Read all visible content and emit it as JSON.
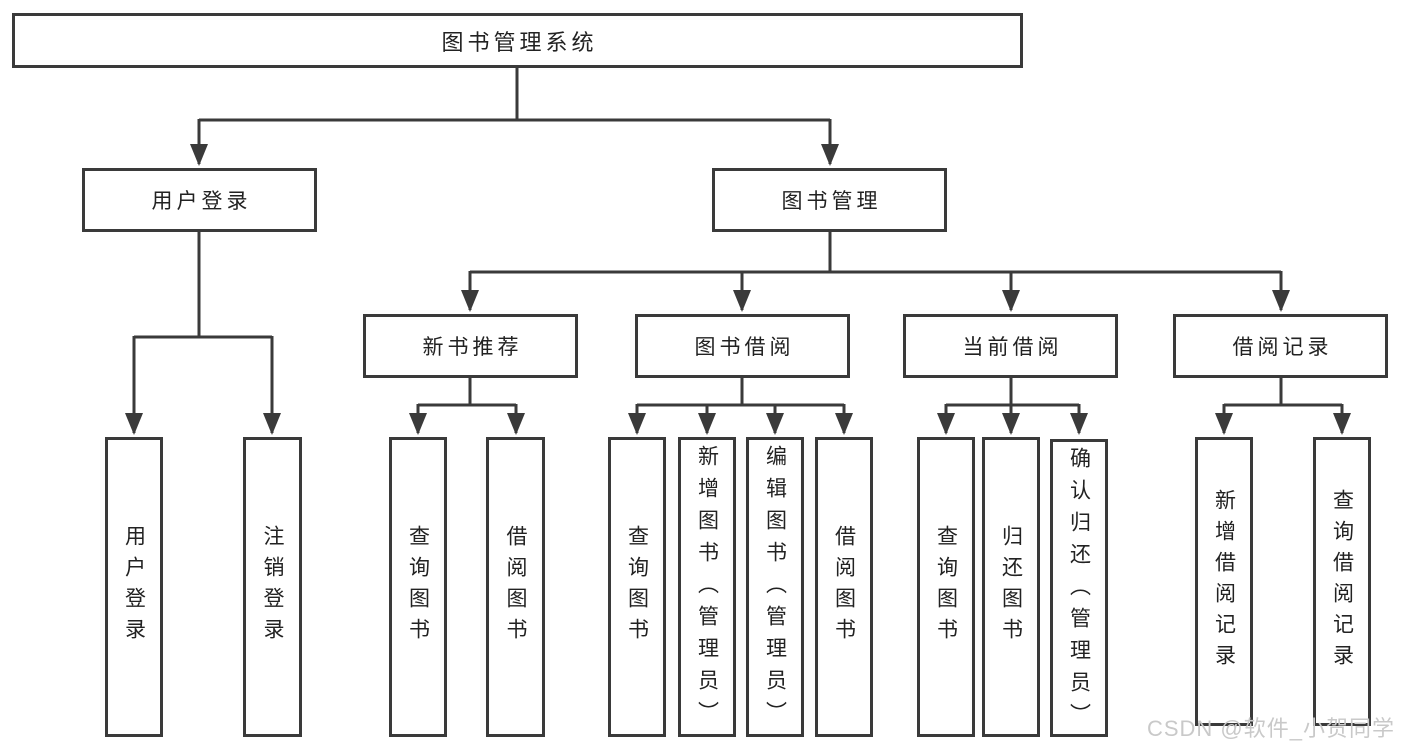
{
  "watermark": "CSDN @软件_小贺同学",
  "colors": {
    "border": "#3a3a3a",
    "text": "#222222",
    "watermark": "#c9c9c9",
    "background": "#ffffff"
  },
  "tree": {
    "label": "图书管理系统",
    "children": [
      {
        "label": "用户登录",
        "children": [
          {
            "label": "用户登录"
          },
          {
            "label": "注销登录"
          }
        ]
      },
      {
        "label": "图书管理",
        "children": [
          {
            "label": "新书推荐",
            "children": [
              {
                "label": "查询图书"
              },
              {
                "label": "借阅图书"
              }
            ]
          },
          {
            "label": "图书借阅",
            "children": [
              {
                "label": "查询图书"
              },
              {
                "label": "新增图书（管理员）"
              },
              {
                "label": "编辑图书（管理员）"
              },
              {
                "label": "借阅图书"
              }
            ]
          },
          {
            "label": "当前借阅",
            "children": [
              {
                "label": "查询图书"
              },
              {
                "label": "归还图书"
              },
              {
                "label": "确认归还（管理员）"
              }
            ]
          },
          {
            "label": "借阅记录",
            "children": [
              {
                "label": "新增借阅记录"
              },
              {
                "label": "查询借阅记录"
              }
            ]
          }
        ]
      }
    ]
  }
}
